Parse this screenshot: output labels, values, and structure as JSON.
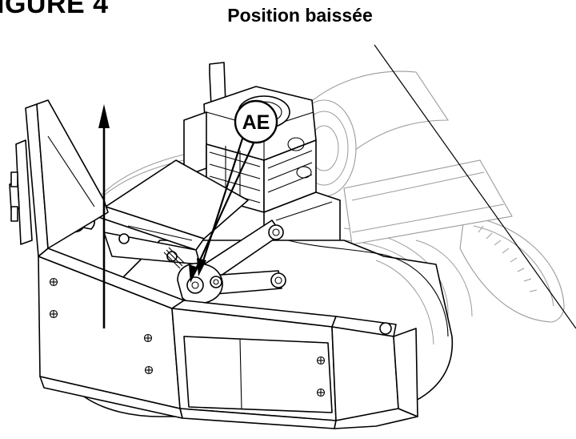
{
  "figure": {
    "label": "IGURE 4",
    "title": "Position baissée",
    "callout": "AE"
  }
}
